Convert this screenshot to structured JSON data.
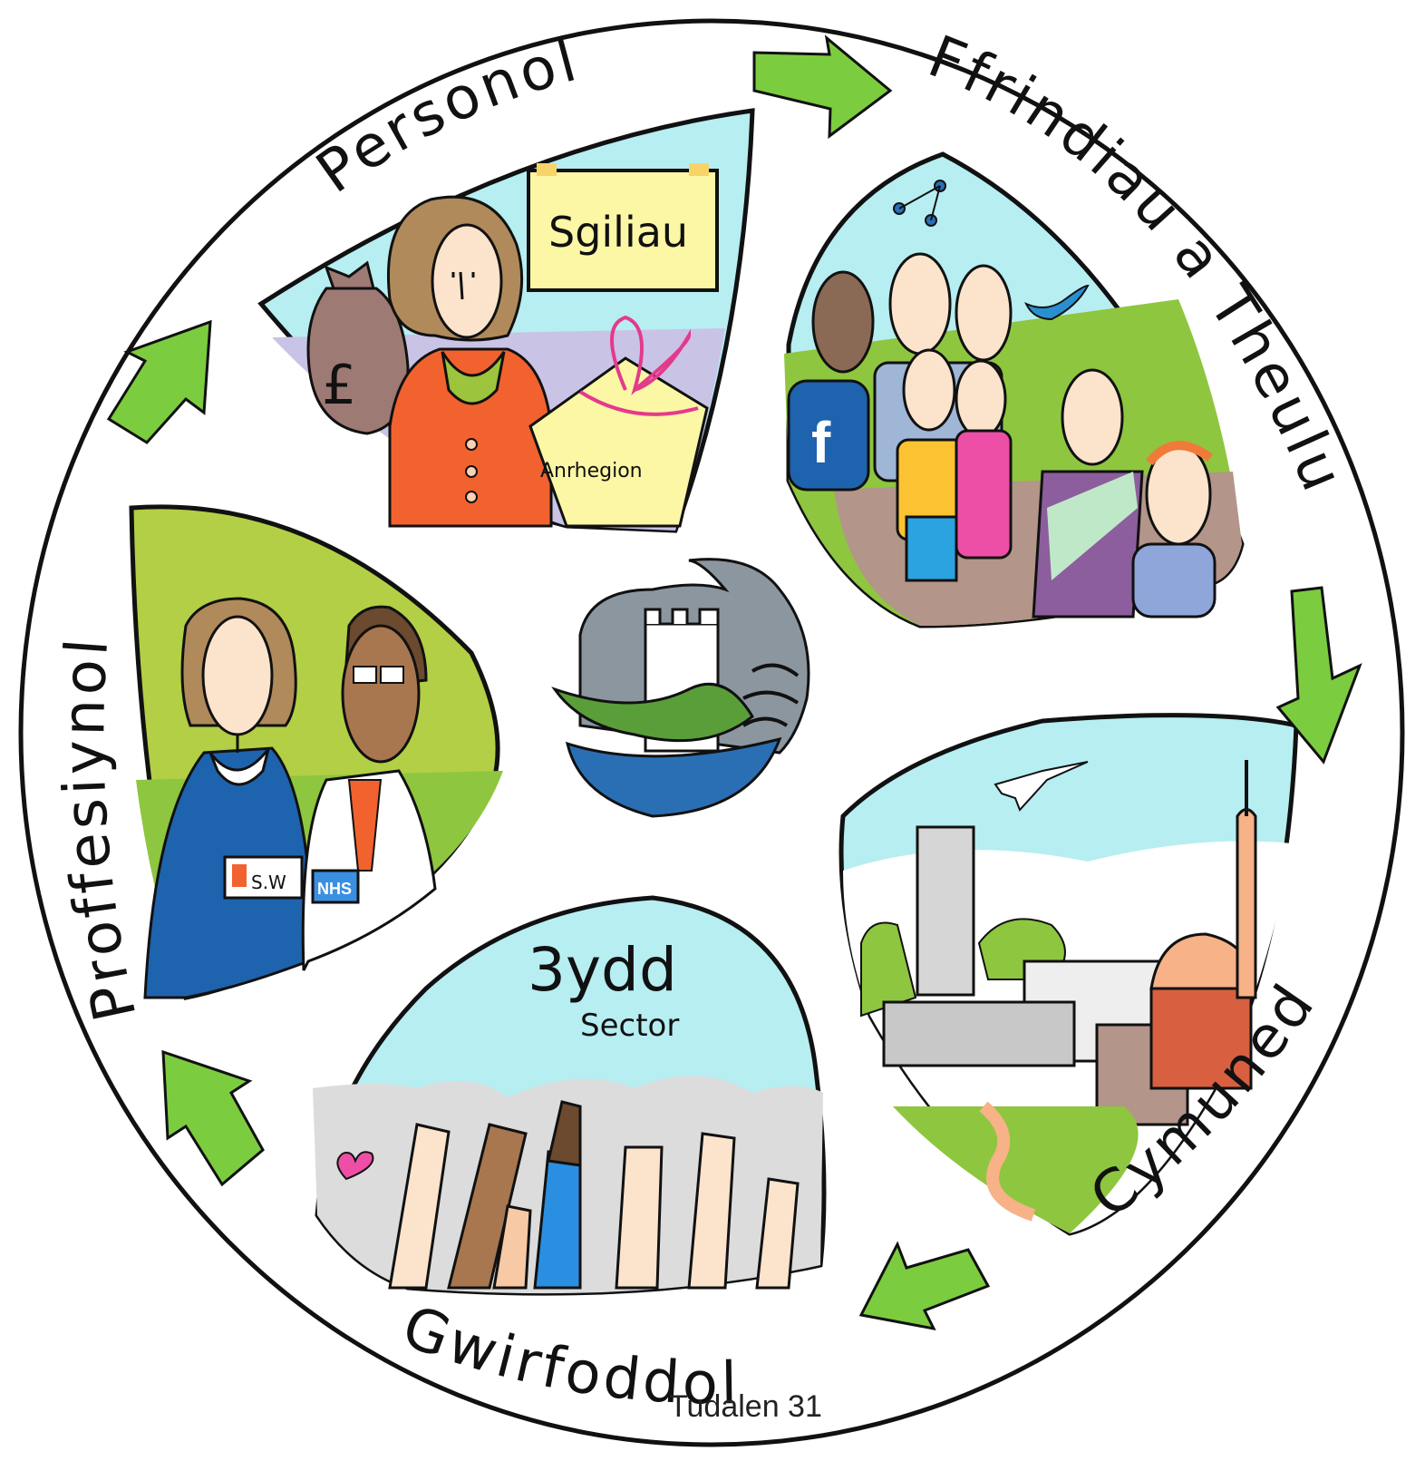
{
  "segments": {
    "personol": "Personol",
    "ffrindiau": "Ffrindiau a Theulu",
    "cymuned": "Cymuned",
    "gwirfoddol": "Gwirfoddol",
    "proffesiynol": "Proffesiynol"
  },
  "personol_panel": {
    "sign": "Sgiliau",
    "gift": "Anrhegion",
    "money": "£"
  },
  "ffrindiau_panel": {
    "facebook": "f"
  },
  "proffesiynol_panel": {
    "badge_sw": "S.W",
    "badge_nhs": "NHS"
  },
  "gwirfoddol_panel": {
    "heading": "3ydd",
    "subheading": "Sector"
  },
  "footer": {
    "page": "Tudalen 31"
  },
  "colors": {
    "arrow_green": "#7ccc3f",
    "sky": "#b6eef2",
    "field_green": "#8ec63f",
    "logo_grey": "#8c969f",
    "logo_green": "#5a9e3a",
    "logo_blue": "#2a6fb4"
  },
  "icons": [
    "arrow-icon",
    "facebook-icon",
    "twitter-bird-icon",
    "heart-icon",
    "airplane-icon",
    "pound-sign-icon"
  ]
}
